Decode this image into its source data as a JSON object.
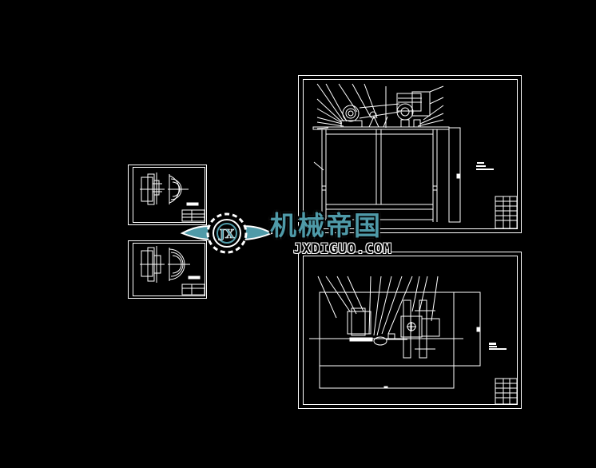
{
  "viewer": {
    "background": "#000000",
    "line_color": "#ffffff"
  },
  "sheets": [
    {
      "id": "detail-sheet-1",
      "type": "part detail drawing",
      "position": "left-top"
    },
    {
      "id": "detail-sheet-2",
      "type": "part detail drawing",
      "position": "left-bottom"
    },
    {
      "id": "assembly-front-view",
      "type": "assembly drawing - front elevation",
      "position": "right-top"
    },
    {
      "id": "assembly-top-view",
      "type": "assembly drawing - plan view",
      "position": "right-bottom"
    }
  ],
  "watermark": {
    "chinese_text": "机械帝国",
    "english_text": "JXDIGUO.COM",
    "emblem_text": "JX",
    "colors": {
      "primary": "#4f9aa8",
      "light": "#a9d6dd",
      "outline": "#ffffff",
      "shadow": "#000000"
    }
  }
}
